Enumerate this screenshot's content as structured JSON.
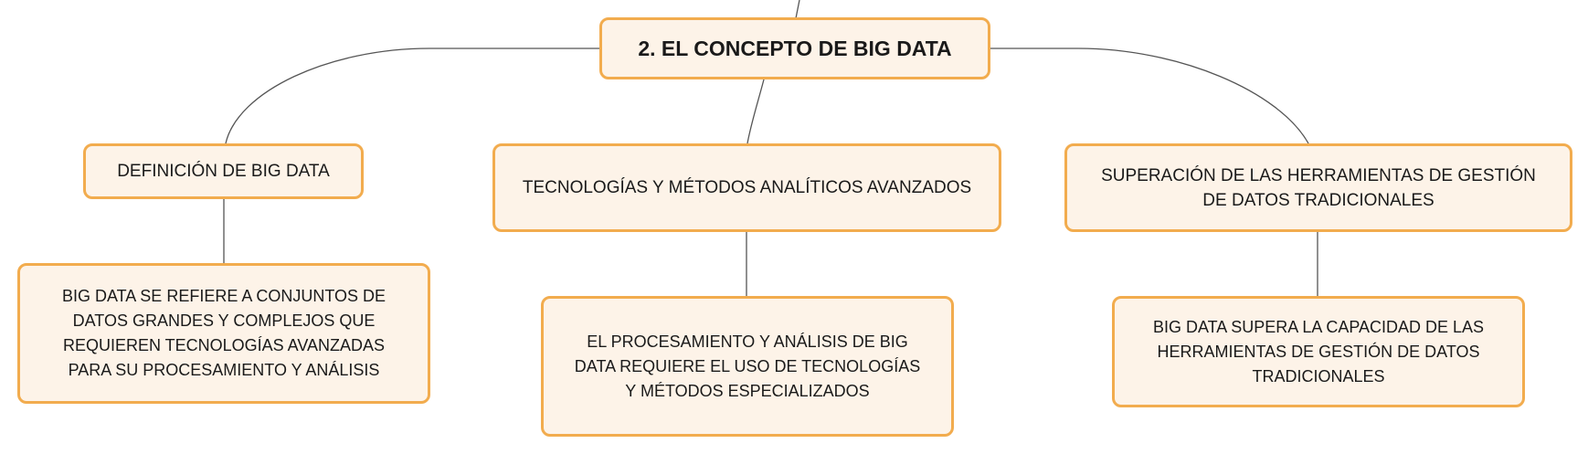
{
  "diagram": {
    "root": {
      "label": "2. EL CONCEPTO DE BIG DATA"
    },
    "branches": [
      {
        "label": "DEFINICIÓN DE BIG DATA",
        "detail": "BIG DATA SE REFIERE A CONJUNTOS DE DATOS GRANDES Y COMPLEJOS QUE REQUIEREN TECNOLOGÍAS AVANZADAS PARA SU PROCESAMIENTO Y ANÁLISIS"
      },
      {
        "label": "TECNOLOGÍAS Y MÉTODOS ANALÍTICOS AVANZADOS",
        "detail": "EL PROCESAMIENTO Y ANÁLISIS DE BIG DATA REQUIERE EL USO DE TECNOLOGÍAS Y MÉTODOS ESPECIALIZADOS"
      },
      {
        "label": "SUPERACIÓN DE LAS HERRAMIENTAS DE GESTIÓN DE DATOS TRADICIONALES",
        "detail": "BIG DATA SUPERA LA CAPACIDAD DE LAS HERRAMIENTAS DE GESTIÓN DE DATOS TRADICIONALES"
      }
    ],
    "colors": {
      "node_fill": "#fdf3e8",
      "node_border": "#f2ac4e",
      "connector": "#555555"
    }
  }
}
